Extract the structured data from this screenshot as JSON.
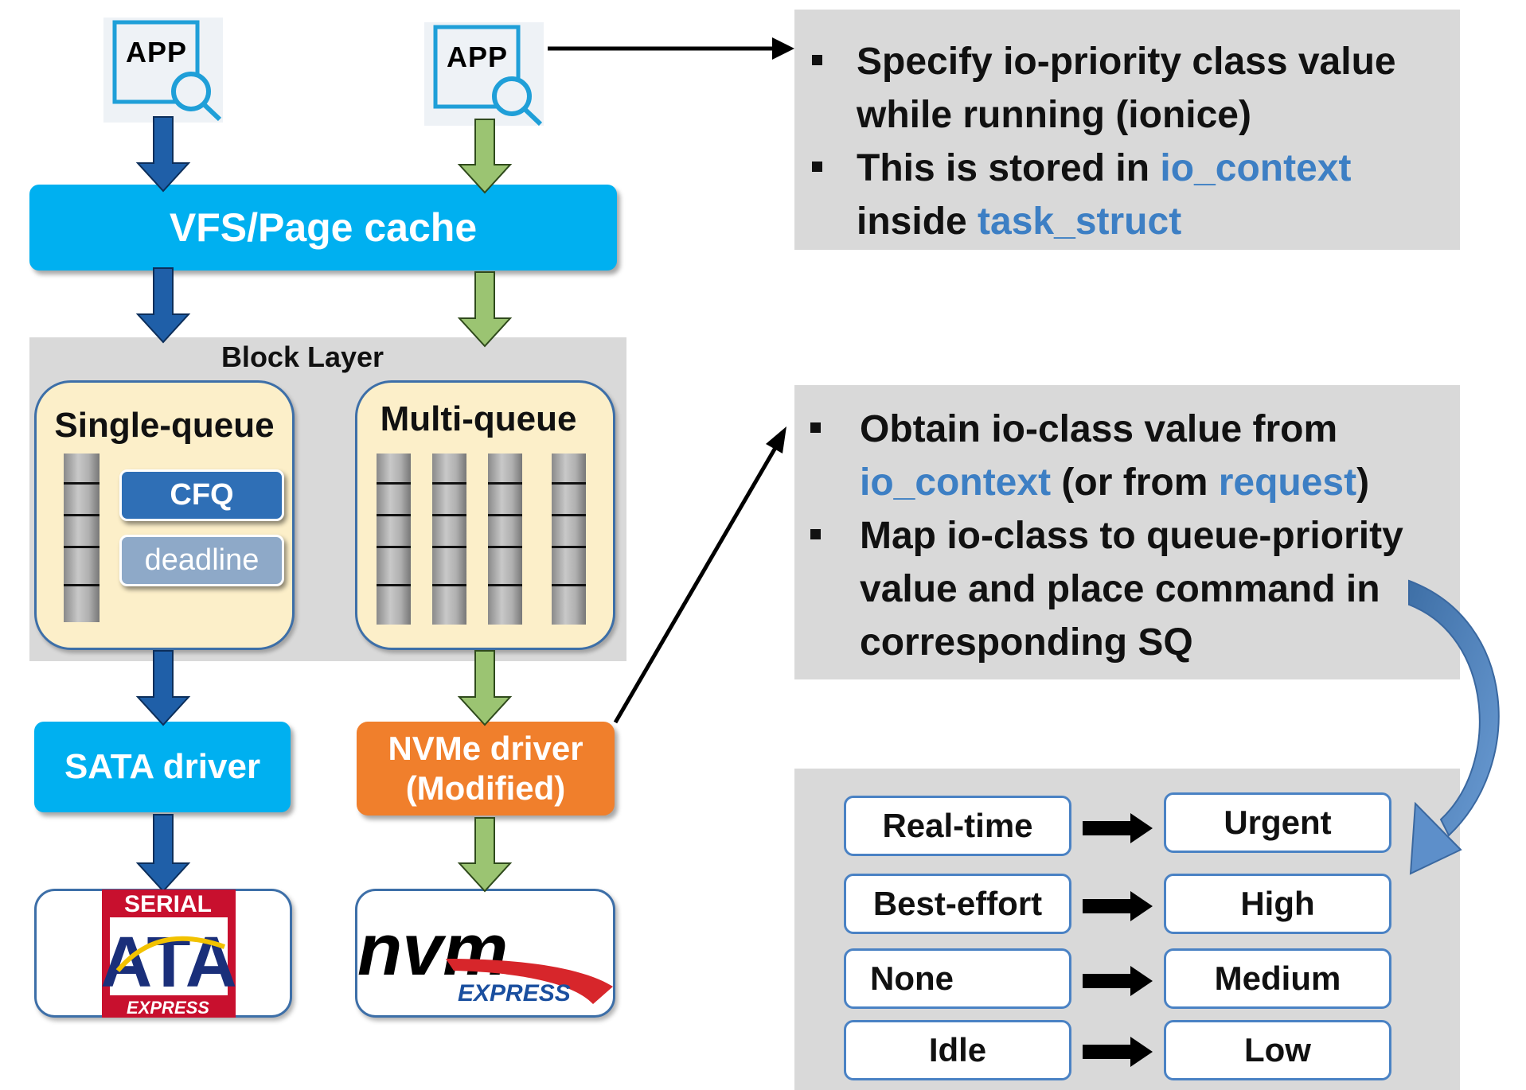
{
  "app_icons": [
    {
      "label": "APP",
      "icon": "app-search-icon"
    },
    {
      "label": "APP",
      "icon": "app-search-icon"
    }
  ],
  "vfs": {
    "label": "VFS/Page cache"
  },
  "block_layer": {
    "title": "Block Layer",
    "single_queue": {
      "label": "Single-queue",
      "schedulers": [
        "CFQ",
        "deadline"
      ]
    },
    "multi_queue": {
      "label": "Multi-queue"
    }
  },
  "drivers": {
    "sata": "SATA driver",
    "nvme_line1": "NVMe driver",
    "nvme_line2": "(Modified)"
  },
  "logos": {
    "sata": {
      "top": "SERIAL",
      "main": "ATA",
      "bottom": "EXPRESS"
    },
    "nvm": {
      "main": "nvm",
      "sub": "EXPRESS"
    }
  },
  "panel_top": {
    "bullets": [
      {
        "line1": "Specify io-priority class value",
        "line2": "while running (ionice)"
      },
      {
        "line1_pre": "This is stored in ",
        "line1_hl": "io_context",
        "line2_pre": "inside ",
        "line2_hl": "task_struct"
      }
    ]
  },
  "panel_mid": {
    "bullets": [
      {
        "line1": "Obtain io-class value from",
        "line2_hl1": "io_context",
        "line2_mid": " (or from ",
        "line2_hl2": "request",
        "line2_end": ")"
      },
      {
        "line1": "Map io-class to queue-priority",
        "line2": "value and place command in",
        "line3": "corresponding SQ"
      }
    ]
  },
  "mapping": [
    {
      "io_class": "Real-time",
      "queue_priority": "Urgent"
    },
    {
      "io_class": "Best-effort",
      "queue_priority": "High"
    },
    {
      "io_class": "None",
      "queue_priority": "Medium"
    },
    {
      "io_class": "Idle",
      "queue_priority": "Low"
    }
  ],
  "colors": {
    "blue_box": "#00b0f0",
    "blue_arrow": "#1f5fa8",
    "green_arrow": "#9bc472",
    "nvme_orange": "#f07f2c",
    "highlight_text": "#3d7fc4",
    "panel_gray": "#d9d9d9",
    "queue_fill": "#fcefc9"
  }
}
